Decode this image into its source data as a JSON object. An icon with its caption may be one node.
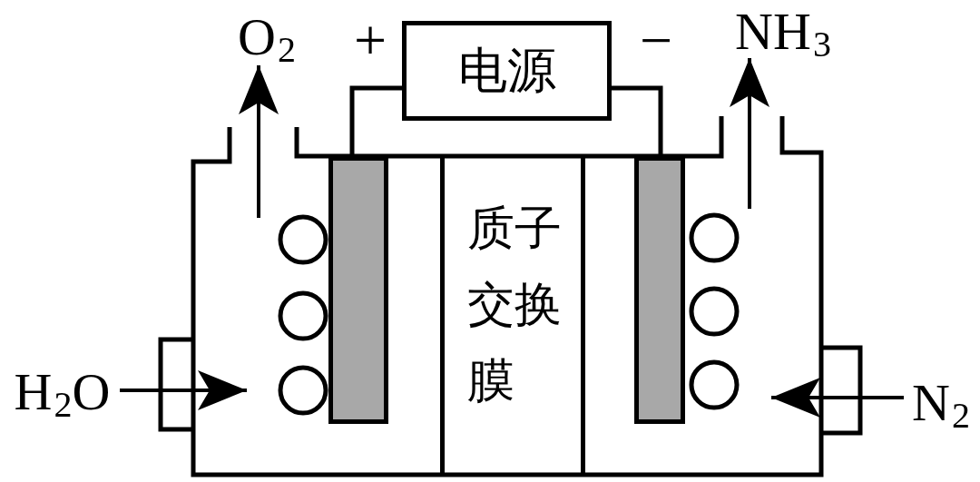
{
  "diagram": {
    "nodes": [
      {
        "text": [
          "电源"
        ]
      },
      {
        "text": [
          "质子交换膜"
        ]
      },
      {
        "text": [],
        "shape": "bar"
      },
      {
        "text": [],
        "shape": "bar"
      },
      {
        "text": [
          "O$_{2}$"
        ]
      },
      {
        "text": [
          "NH$_{3}$"
        ]
      },
      {
        "text": [
          "H$_{2}$O"
        ]
      },
      {
        "text": [
          "N$_{2}$"
        ]
      }
    ],
    "edges": [
      {
        "from": 0,
        "to": 2,
        "arrow": "none"
      },
      {
        "from": 0,
        "to": 3,
        "arrow": "none"
      },
      {
        "from": null,
        "to": 4,
        "arrow": "to"
      },
      {
        "from": 3,
        "to": 5,
        "arrow": "to"
      },
      {
        "from": 6,
        "to": 2,
        "arrow": "to"
      },
      {
        "from": 7,
        "to": 3,
        "arrow": "to"
      }
    ],
    "labels": [
      "+",
      "−"
    ]
  }
}
